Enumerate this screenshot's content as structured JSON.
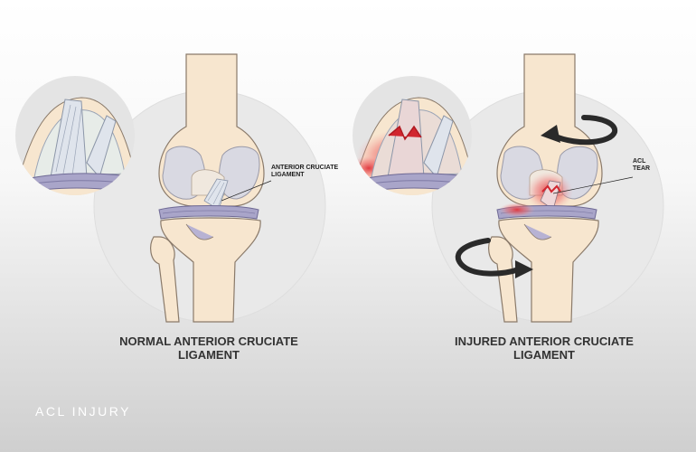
{
  "colors": {
    "bone": "#f7e6cf",
    "bone_outline": "#8a7a6a",
    "cartilage": "#d9d9e2",
    "meniscus": "#a9a5c9",
    "ligament": "#dfe4ec",
    "injury_red": "#e0323a",
    "arrow": "#2a2a2a"
  },
  "normal": {
    "label_line1": "ANTERIOR CRUCIATE",
    "label_line2": "LIGAMENT",
    "caption_line1": "NORMAL ANTERIOR CRUCIATE",
    "caption_line2": "LIGAMENT"
  },
  "injured": {
    "label_line1": "ACL",
    "label_line2": "TEAR",
    "caption_line1": "INJURED ANTERIOR CRUCIATE",
    "caption_line2": "LIGAMENT",
    "rotation_arrows": [
      "curved-arrow-icon",
      "curved-arrow-icon"
    ]
  },
  "footer": {
    "title": "ACL INJURY"
  }
}
